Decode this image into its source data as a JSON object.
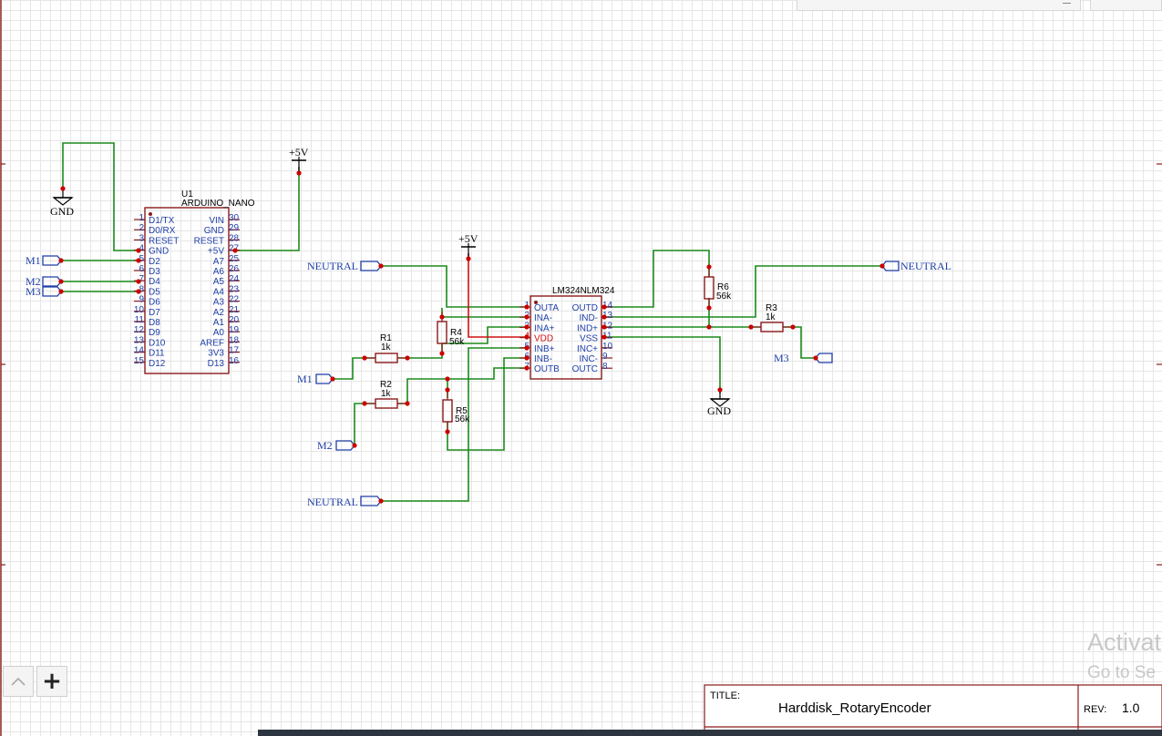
{
  "schematic": {
    "nano": {
      "ref": "U1",
      "name": "ARDUINO_NANO",
      "left_pins": [
        {
          "num": "1",
          "name": "D1/TX"
        },
        {
          "num": "2",
          "name": "D0/RX"
        },
        {
          "num": "3",
          "name": "RESET"
        },
        {
          "num": "4",
          "name": "GND"
        },
        {
          "num": "5",
          "name": "D2"
        },
        {
          "num": "6",
          "name": "D3"
        },
        {
          "num": "7",
          "name": "D4"
        },
        {
          "num": "8",
          "name": "D5"
        },
        {
          "num": "9",
          "name": "D6"
        },
        {
          "num": "10",
          "name": "D7"
        },
        {
          "num": "11",
          "name": "D8"
        },
        {
          "num": "12",
          "name": "D9"
        },
        {
          "num": "13",
          "name": "D10"
        },
        {
          "num": "14",
          "name": "D11"
        },
        {
          "num": "15",
          "name": "D12"
        }
      ],
      "right_pins": [
        {
          "num": "30",
          "name": "VIN"
        },
        {
          "num": "29",
          "name": "GND"
        },
        {
          "num": "28",
          "name": "RESET"
        },
        {
          "num": "27",
          "name": "+5V"
        },
        {
          "num": "25",
          "name": "A7"
        },
        {
          "num": "26",
          "name": "A6"
        },
        {
          "num": "24",
          "name": "A5"
        },
        {
          "num": "23",
          "name": "A4"
        },
        {
          "num": "22",
          "name": "A3"
        },
        {
          "num": "21",
          "name": "A2"
        },
        {
          "num": "20",
          "name": "A1"
        },
        {
          "num": "19",
          "name": "A0"
        },
        {
          "num": "18",
          "name": "AREF"
        },
        {
          "num": "17",
          "name": "3V3"
        },
        {
          "num": "16",
          "name": "D13"
        }
      ]
    },
    "opamp": {
      "name": "LM324NLM324",
      "left_pins": [
        {
          "num": "1",
          "name": "OUTA",
          "red": false
        },
        {
          "num": "2",
          "name": "INA-",
          "red": false
        },
        {
          "num": "3",
          "name": "INA+",
          "red": false
        },
        {
          "num": "4",
          "name": "VDD",
          "red": true
        },
        {
          "num": "5",
          "name": "INB+",
          "red": false
        },
        {
          "num": "6",
          "name": "INB-",
          "red": false
        },
        {
          "num": "7",
          "name": "OUTB",
          "red": false
        }
      ],
      "right_pins": [
        {
          "num": "14",
          "name": "OUTD"
        },
        {
          "num": "13",
          "name": "IND-"
        },
        {
          "num": "12",
          "name": "IND+"
        },
        {
          "num": "11",
          "name": "VSS"
        },
        {
          "num": "10",
          "name": "INC+"
        },
        {
          "num": "9",
          "name": "INC-"
        },
        {
          "num": "8",
          "name": "OUTC"
        }
      ]
    },
    "resistors": [
      {
        "ref": "R1",
        "value": "1k"
      },
      {
        "ref": "R2",
        "value": "1k"
      },
      {
        "ref": "R3",
        "value": "1k"
      },
      {
        "ref": "R4",
        "value": "56k"
      },
      {
        "ref": "R5",
        "value": "56k"
      },
      {
        "ref": "R6",
        "value": "56k"
      }
    ],
    "power": {
      "gnd": "GND",
      "vcc": "+5V"
    },
    "nets": {
      "m1": "M1",
      "m2": "M2",
      "m3": "M3",
      "neutral": "NEUTRAL"
    }
  },
  "title_block": {
    "title_label": "TITLE:",
    "title": "Harddisk_RotaryEncoder",
    "rev_label": "REV:",
    "rev": "1.0"
  },
  "zoom": {
    "minus_icon": "chevron-up-icon",
    "plus_label": "+"
  },
  "watermark": {
    "line1": "Activat",
    "line2": "Go to Se"
  },
  "colors": {
    "wire": "#1a8a1a",
    "component": "#8b1a1a",
    "pin_text": "#1f3fa8",
    "junction": "#cc0000",
    "power_wire": "#d01010"
  }
}
